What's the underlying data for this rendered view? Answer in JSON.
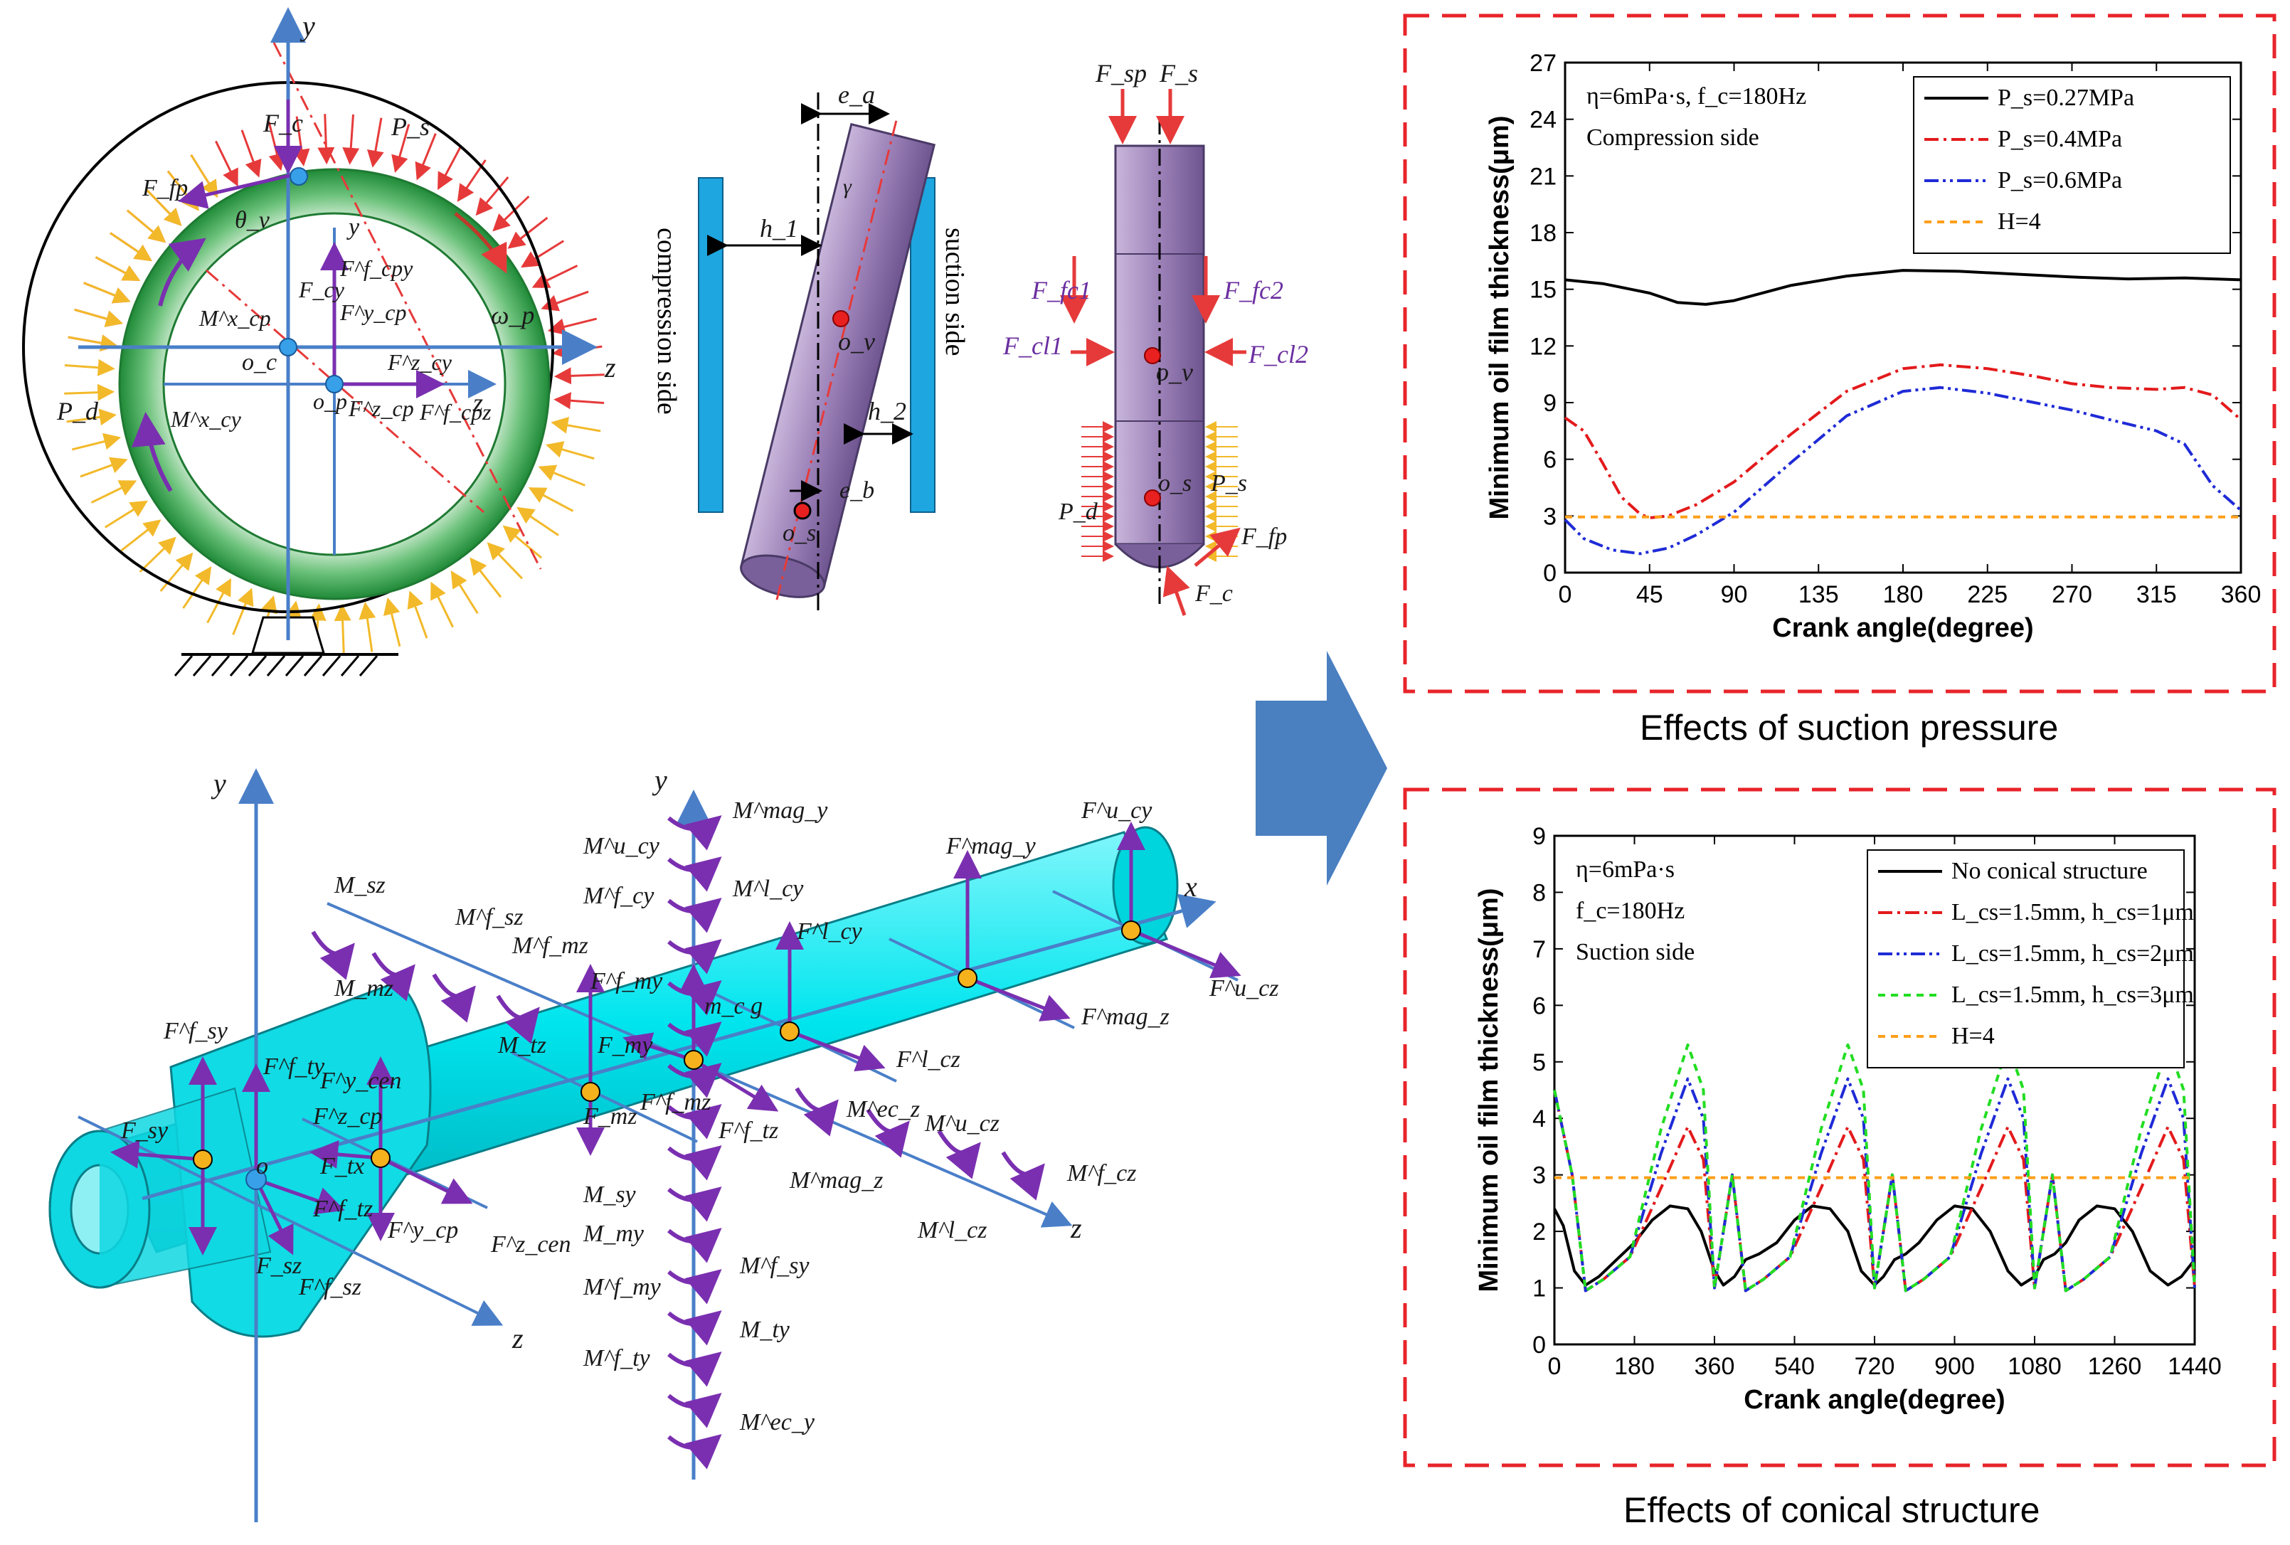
{
  "colors": {
    "shaft": "#00e5ee",
    "force_purple": "#7a2fb0",
    "axis_blue": "#4a7fc8",
    "wall_blue": "#1ea6e0",
    "vane_purple": "#8a6aa8",
    "ring_green": "#2f9e46",
    "suction_red": "#e63a3a",
    "discharge_yellow": "#f2b92a",
    "box_red": "#e8242a",
    "arrow_blue": "#4a7fc0",
    "node_orange": "#f5b21c",
    "line_black": "#000000",
    "line_red": "#e31a1c",
    "line_blue": "#1f2bd6",
    "line_green": "#22dd22",
    "line_orange": "#ff9f1a"
  },
  "diagram_rotor": {
    "axis_y": "y",
    "axis_z": "z",
    "labels": {
      "Fc": "F_c",
      "Ps": "P_s",
      "Ffp": "F_fp",
      "theta": "θ_v",
      "y2": "y",
      "Fcyf": "F^f_cpy",
      "Fcy": "F_cy",
      "Fcpy": "F^y_cp",
      "Mcpx": "M^x_cp",
      "omega": "ω_p",
      "oc": "o_c",
      "Fcyz": "F^z_cy",
      "op": "o_p",
      "z2": "z",
      "Fcpz": "F^z_cp",
      "Fcpzf": "F^f_cpz",
      "Pd": "P_d",
      "Mcyx": "M^x_cy"
    }
  },
  "diagram_vane": {
    "compression": "compression side",
    "suction": "suction side",
    "ea": "e_a",
    "gamma": "γ",
    "h1": "h_1",
    "ov": "o_v",
    "h2": "h_2",
    "eb": "e_b",
    "os": "o_s"
  },
  "diagram_vane_forces": {
    "Fsp": "F_sp",
    "Fs": "F_s",
    "Ffc1": "F_fc1",
    "Ffc2": "F_fc2",
    "Fcl1": "F_cl1",
    "Fcl2": "F_cl2",
    "ov": "o_v",
    "os": "o_s",
    "Ps": "P_s",
    "Pd": "P_d",
    "Ffp": "F_fp",
    "Fc": "F_c"
  },
  "diagram_shaft": {
    "axes": {
      "y": "y",
      "x": "x",
      "z": "z",
      "z_left": "z",
      "y_mid": "y"
    },
    "labels": [
      "M_sz",
      "M^f_sz",
      "M^f_mz",
      "M_mz",
      "M_tz",
      "F^f_my",
      "F_my",
      "F_mz",
      "F^f_mz",
      "m_c g",
      "F^f_sy",
      "F^f_ty",
      "F^y_cen",
      "F^z_cp",
      "F_sy",
      "o",
      "F_tx",
      "F^f_tz",
      "F^y_cp",
      "F^z_cen",
      "F_sz",
      "F^f_sz",
      "M^u_cy",
      "M^mag_y",
      "M^f_cy",
      "M^l_cy",
      "F^l_cy",
      "F^mag_y",
      "F^u_cy",
      "F^u_cz",
      "F^mag_z",
      "F^l_cz",
      "M^ec_z",
      "F^f_tz",
      "M^u_cz",
      "M^f_cz",
      "M^mag_z",
      "M^l_cz",
      "M_sy",
      "M_my",
      "M^f_sy",
      "M^f_my",
      "M_ty",
      "M^f_ty",
      "M^ec_y"
    ]
  },
  "charts": [
    {
      "caption": "Effects of suction pressure",
      "annotations": [
        "η=6mPa·s, f_c=180Hz",
        "Compression side"
      ]
    },
    {
      "caption": "Effects of conical structure",
      "annotations": [
        "η=6mPa·s",
        "f_c=180Hz",
        "Suction side"
      ]
    }
  ],
  "chart_data": [
    {
      "type": "line",
      "title": "",
      "xlabel": "Crank angle(degree)",
      "ylabel": "Minimum oil film thickness(μm)",
      "xlim": [
        0,
        360
      ],
      "ylim": [
        0,
        27
      ],
      "xticks": [
        0,
        45,
        90,
        135,
        180,
        225,
        270,
        315,
        360
      ],
      "yticks": [
        0,
        3,
        6,
        9,
        12,
        15,
        18,
        21,
        24,
        27
      ],
      "legend_position": "top-right",
      "series": [
        {
          "name": "P_s=0.27MPa",
          "color": "#000000",
          "dash": "solid",
          "x": [
            0,
            20,
            45,
            60,
            75,
            90,
            120,
            150,
            180,
            210,
            240,
            270,
            300,
            330,
            360
          ],
          "y": [
            15.5,
            15.3,
            14.8,
            14.3,
            14.2,
            14.4,
            15.2,
            15.7,
            16.0,
            15.95,
            15.8,
            15.65,
            15.55,
            15.6,
            15.5
          ]
        },
        {
          "name": "P_s=0.4MPa",
          "color": "#e31a1c",
          "dash": "dashdot",
          "x": [
            0,
            10,
            20,
            30,
            40,
            45,
            55,
            70,
            90,
            120,
            150,
            180,
            200,
            225,
            250,
            270,
            290,
            315,
            330,
            345,
            360
          ],
          "y": [
            8.2,
            7.5,
            5.8,
            4.0,
            3.1,
            2.9,
            3.0,
            3.6,
            4.8,
            7.3,
            9.6,
            10.8,
            11.0,
            10.8,
            10.4,
            10.0,
            9.8,
            9.7,
            9.8,
            9.4,
            8.1
          ]
        },
        {
          "name": "P_s=0.6MPa",
          "color": "#1f2bd6",
          "dash": "dashdotdot",
          "x": [
            0,
            10,
            25,
            40,
            55,
            70,
            90,
            120,
            150,
            180,
            200,
            225,
            250,
            270,
            290,
            315,
            330,
            345,
            360
          ],
          "y": [
            2.8,
            1.8,
            1.2,
            1.0,
            1.3,
            2.0,
            3.2,
            5.8,
            8.3,
            9.6,
            9.8,
            9.5,
            9.0,
            8.6,
            8.1,
            7.5,
            6.8,
            4.6,
            3.3
          ]
        },
        {
          "name": "H=4",
          "color": "#ff9f1a",
          "dash": "dashed",
          "x": [
            0,
            360
          ],
          "y": [
            2.95,
            2.95
          ]
        }
      ]
    },
    {
      "type": "line",
      "title": "",
      "xlabel": "Crank angle(degree)",
      "ylabel": "Minimum oil film thickness(μm)",
      "xlim": [
        0,
        1440
      ],
      "ylim": [
        0,
        9
      ],
      "xticks": [
        0,
        180,
        360,
        540,
        720,
        900,
        1080,
        1260,
        1440
      ],
      "yticks": [
        0,
        1,
        2,
        3,
        4,
        5,
        6,
        7,
        8,
        9
      ],
      "legend_position": "top-right",
      "series": [
        {
          "name": "No conical structure",
          "color": "#000000",
          "dash": "solid",
          "x": [
            0,
            20,
            45,
            70,
            100,
            140,
            180,
            220,
            260,
            300,
            330,
            360,
            380,
            405,
            430,
            460,
            500,
            540,
            580,
            620,
            660,
            690,
            720,
            740,
            765,
            790,
            820,
            860,
            900,
            940,
            980,
            1020,
            1050,
            1080,
            1100,
            1125,
            1150,
            1180,
            1220,
            1260,
            1300,
            1340,
            1380,
            1410,
            1440
          ],
          "y": [
            2.4,
            2.1,
            1.3,
            1.05,
            1.2,
            1.5,
            1.8,
            2.2,
            2.45,
            2.4,
            2.0,
            1.3,
            1.05,
            1.2,
            1.5,
            1.6,
            1.8,
            2.2,
            2.45,
            2.4,
            2.0,
            1.3,
            1.05,
            1.2,
            1.5,
            1.6,
            1.8,
            2.2,
            2.45,
            2.4,
            2.0,
            1.3,
            1.05,
            1.2,
            1.5,
            1.6,
            1.8,
            2.2,
            2.45,
            2.4,
            2.0,
            1.3,
            1.05,
            1.2,
            1.5
          ]
        }
      ]
    }
  ]
}
